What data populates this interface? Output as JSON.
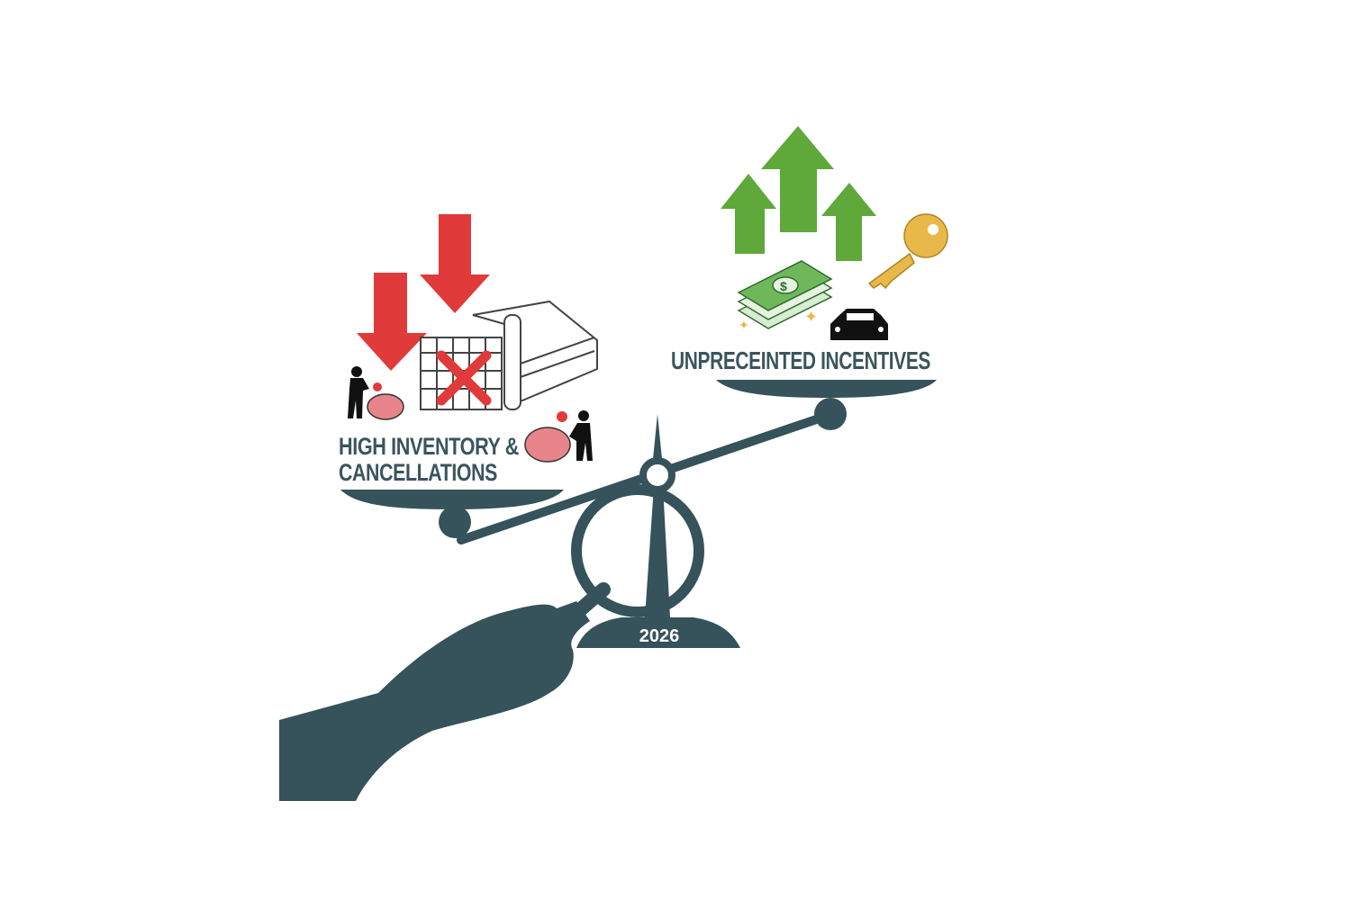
{
  "left_pan": {
    "label_line1": "HIGH INVENTORY &",
    "label_line2": "CANCELLATIONS"
  },
  "right_pan": {
    "label": "UNPRECEINTED INCENTIVES"
  },
  "base": {
    "year": "2026"
  },
  "colors": {
    "teal": "#36525a",
    "red": "#e03a3a",
    "green": "#5fa83a",
    "gold": "#e8b84a",
    "pink": "#e8858a"
  }
}
